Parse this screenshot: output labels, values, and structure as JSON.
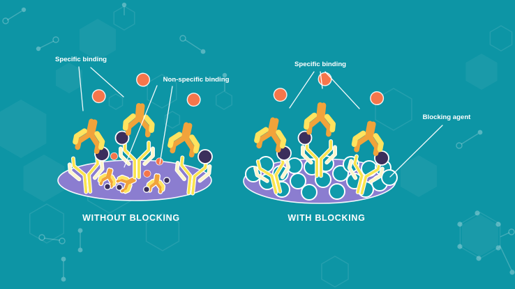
{
  "panels": [
    {
      "caption": "WITHOUT BLOCKING",
      "annotations": {
        "specific": "Specific binding",
        "non_specific": "Non-specific binding"
      }
    },
    {
      "caption": "WITH BLOCKING",
      "annotations": {
        "specific": "Specific binding",
        "blocking_agent": "Blocking agent"
      }
    }
  ],
  "icons": {
    "antibody": "y-shaped-antibody-icon",
    "antigen": "orange-sphere-antigen-icon",
    "non_specific_protein": "navy-sphere-protein-icon",
    "blocking_agent": "teal-circle-blocking-icon",
    "assay_surface": "purple-ellipse-plate-icon"
  },
  "colors": {
    "background": "#0D95A5",
    "plate": "#8B7DD0",
    "gold": "#FAE44F",
    "cream": "#FDF5CA",
    "amber": "#F1A33B",
    "yellow": "#FFE35E",
    "antigen": "#F5764B",
    "navy": "#3B2F5C",
    "blocking": "#0F9BAB",
    "text": "#FFFFFF"
  }
}
